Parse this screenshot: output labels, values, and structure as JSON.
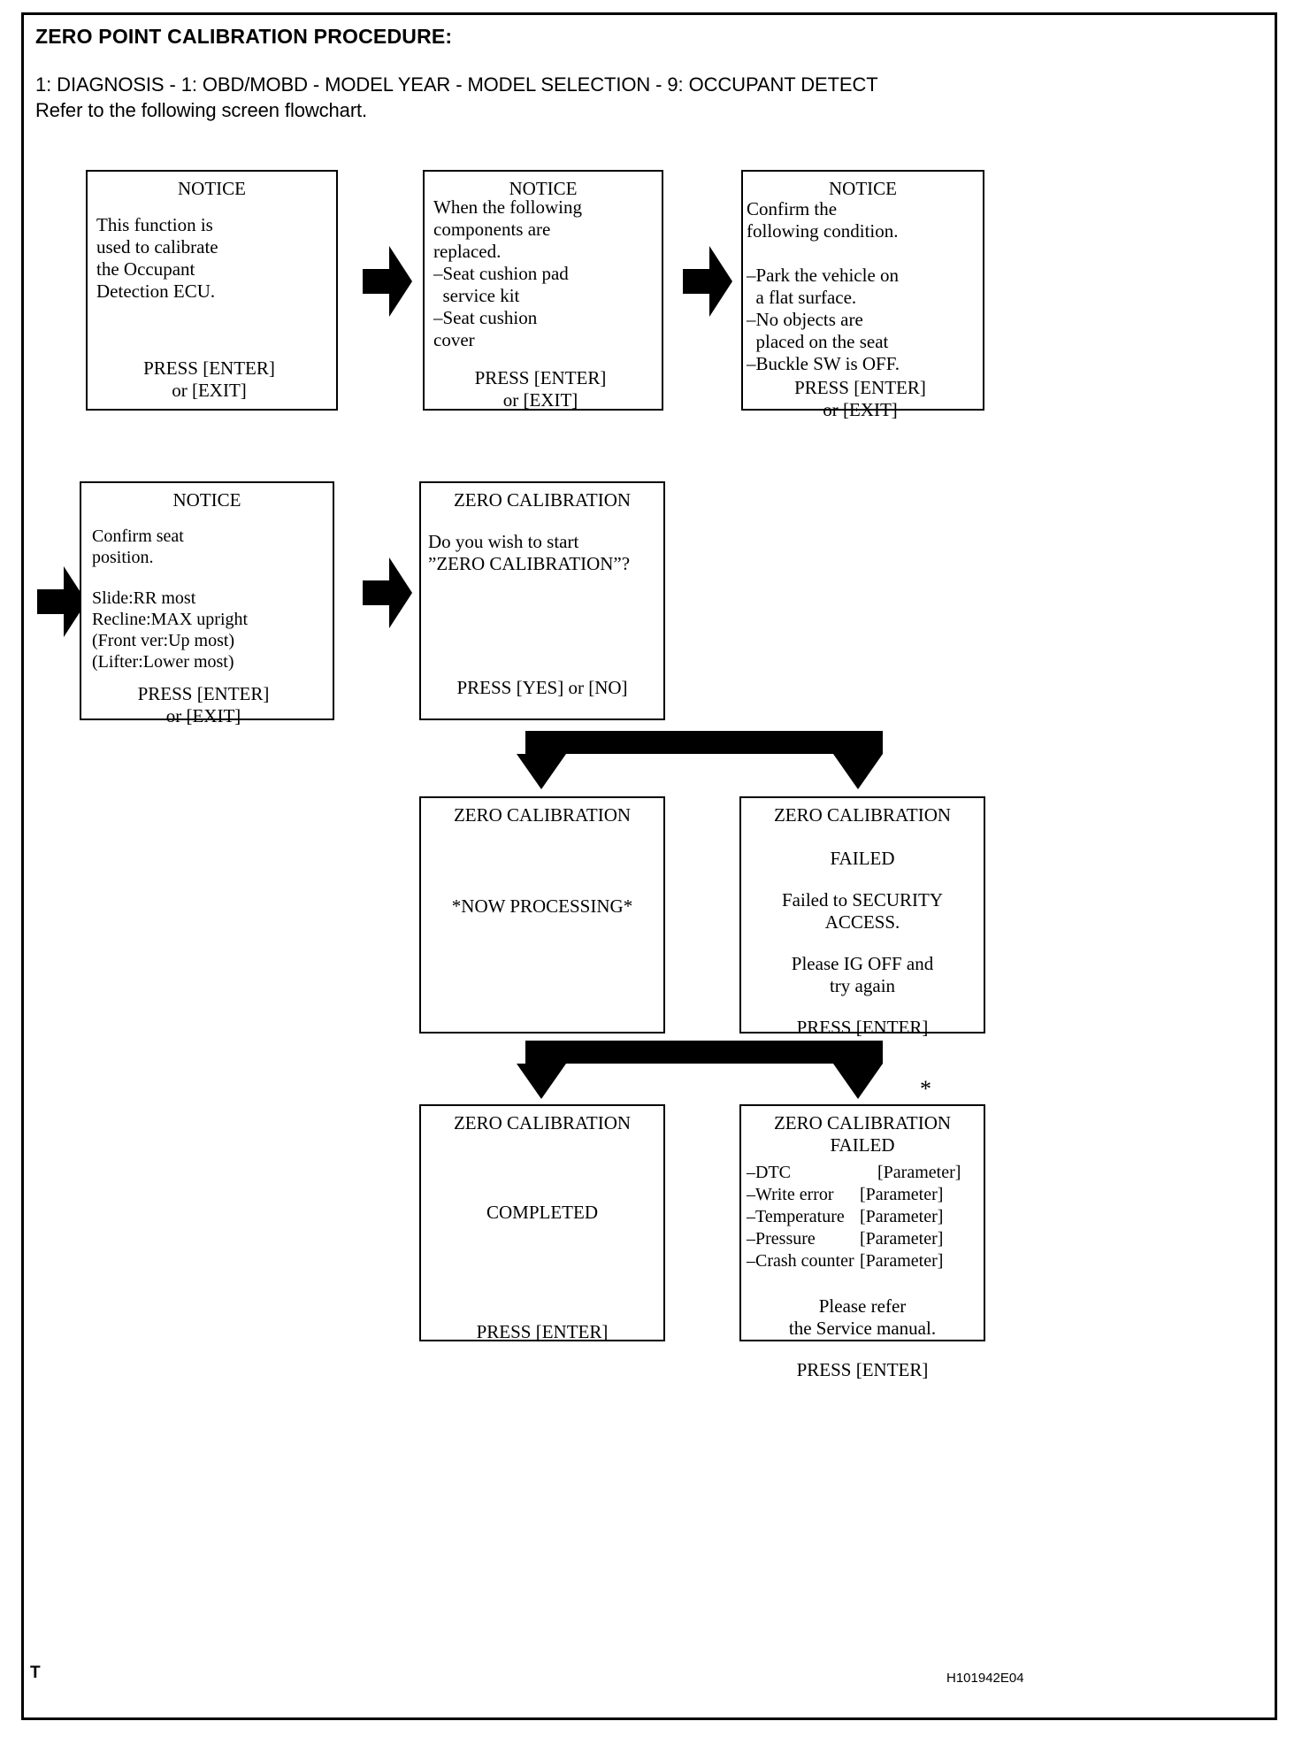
{
  "document": {
    "title": "ZERO POINT CALIBRATION PROCEDURE:",
    "path_line": "1: DIAGNOSIS - 1: OBD/MOBD - MODEL YEAR - MODEL SELECTION - 9: OCCUPANT DETECT",
    "instruction_line": "Refer to the following screen flowchart.",
    "footer_mark": "T",
    "footer_code": "H101942E04",
    "asterisk": "*"
  },
  "screens": {
    "notice1": {
      "header": "NOTICE",
      "lines": [
        "This function is",
        "used to calibrate",
        "the Occupant",
        "Detection ECU."
      ],
      "prompt1": "PRESS [ENTER]",
      "prompt2": "or [EXIT]"
    },
    "notice2": {
      "header": "NOTICE",
      "lines": [
        "When the following",
        "components are",
        "replaced.",
        "–Seat cushion pad",
        "  service kit",
        "–Seat cushion",
        "cover"
      ],
      "prompt1": "PRESS [ENTER]",
      "prompt2": "or [EXIT]"
    },
    "notice3": {
      "header": "NOTICE",
      "lines": [
        "Confirm the",
        "following condition.",
        "",
        "–Park the vehicle on",
        "  a flat surface.",
        "–No objects are",
        "  placed on the seat",
        "–Buckle SW is OFF."
      ],
      "prompt1": "PRESS [ENTER]",
      "prompt2": "or [EXIT]"
    },
    "notice4": {
      "header": "NOTICE",
      "lines": [
        "Confirm seat",
        "position.",
        "",
        "Slide:RR most",
        "Recline:MAX upright",
        "(Front ver:Up most)",
        "(Lifter:Lower most)"
      ],
      "prompt1": "PRESS [ENTER]",
      "prompt2": "or [EXIT]"
    },
    "start": {
      "header": "ZERO CALIBRATION",
      "lines": [
        "Do you wish to start",
        "”ZERO CALIBRATION”?"
      ],
      "prompt1": "PRESS [YES] or [NO]"
    },
    "processing": {
      "header": "ZERO CALIBRATION",
      "status": "*NOW PROCESSING*"
    },
    "failed_security": {
      "header": "ZERO CALIBRATION",
      "status": "FAILED",
      "line1": "Failed to SECURITY",
      "line2": "ACCESS.",
      "line3": "Please IG OFF and",
      "line4": "try again",
      "prompt1": "PRESS [ENTER]"
    },
    "completed": {
      "header": "ZERO CALIBRATION",
      "status": "COMPLETED",
      "prompt1": "PRESS [ENTER]"
    },
    "failed_params": {
      "header": "ZERO CALIBRATION",
      "status": "FAILED",
      "items": [
        {
          "label": "–DTC",
          "value": "[Parameter]"
        },
        {
          "label": "–Write error",
          "value": "[Parameter]"
        },
        {
          "label": "–Temperature",
          "value": "[Parameter]"
        },
        {
          "label": "–Pressure",
          "value": "[Parameter]"
        },
        {
          "label": "–Crash counter",
          "value": "[Parameter]"
        }
      ],
      "note1": "Please refer",
      "note2": "the Service manual.",
      "prompt1": "PRESS [ENTER]"
    }
  }
}
